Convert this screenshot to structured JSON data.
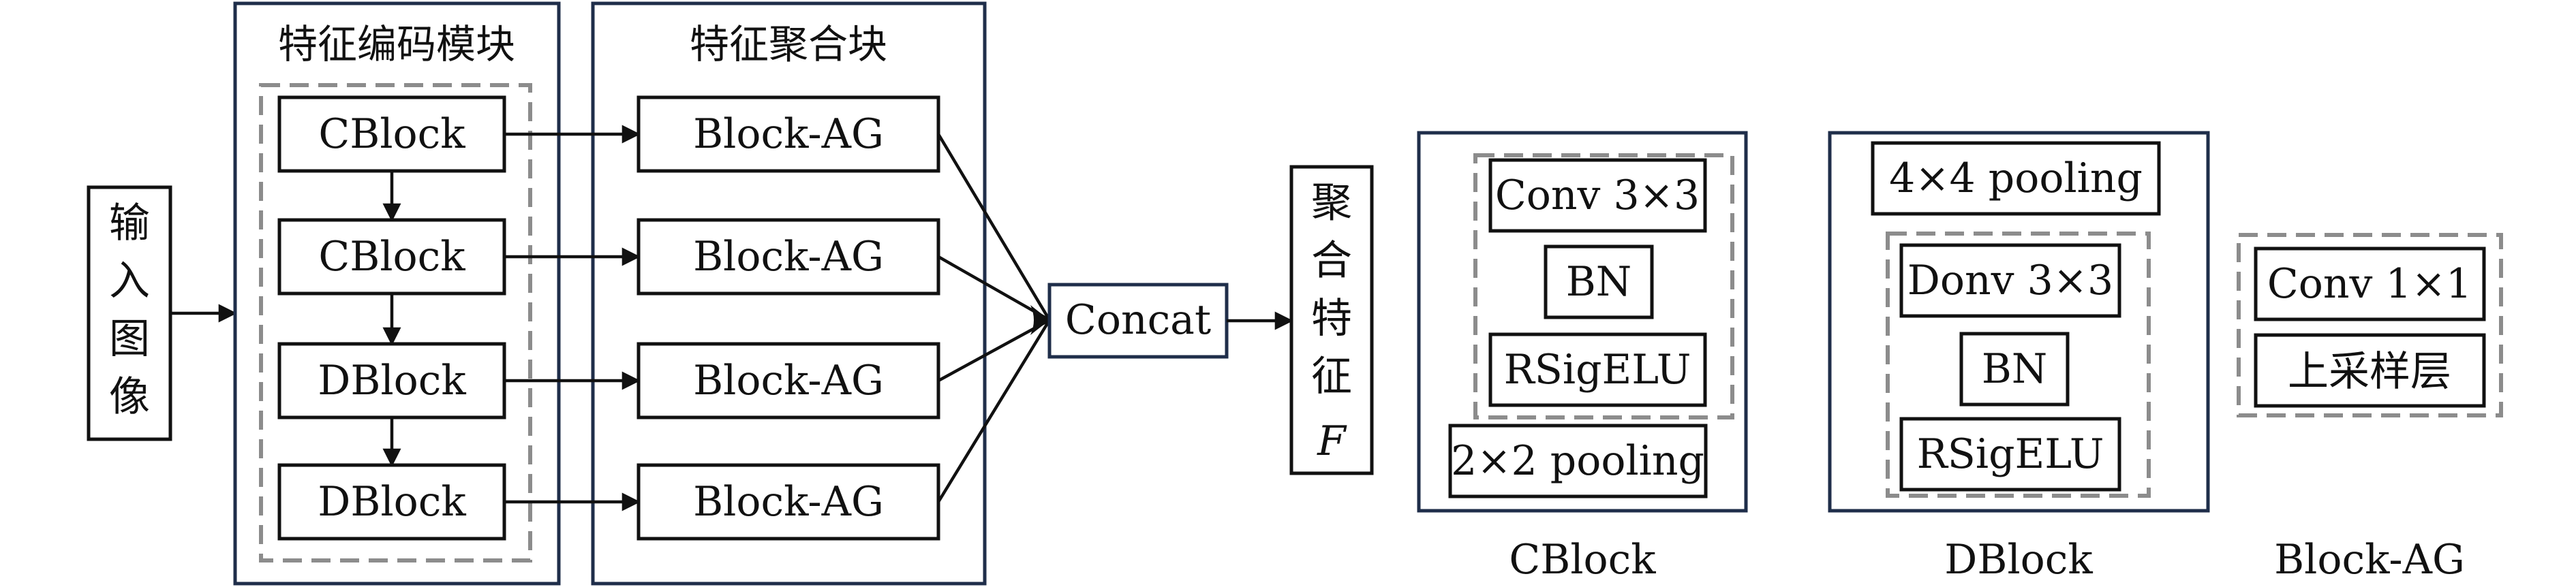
{
  "input": {
    "chars": [
      "输",
      "入",
      "图",
      "像"
    ]
  },
  "encoder": {
    "title": "特征编码模块",
    "blocks": [
      "CBlock",
      "CBlock",
      "DBlock",
      "DBlock"
    ]
  },
  "aggregation": {
    "title": "特征聚合块",
    "blocks": [
      "Block-AG",
      "Block-AG",
      "Block-AG",
      "Block-AG"
    ]
  },
  "concat": {
    "label": "Concat"
  },
  "output": {
    "chars": [
      "聚",
      "合",
      "特",
      "征"
    ],
    "symbol": "F"
  },
  "cblock_detail": {
    "items": [
      "Conv 3×3",
      "BN",
      "RSigELU"
    ],
    "pooling": "2×2 pooling",
    "caption": "CBlock"
  },
  "dblock_detail": {
    "pooling": "4×4 pooling",
    "items": [
      "Donv 3×3",
      "BN",
      "RSigELU"
    ],
    "caption": "DBlock"
  },
  "blockag_detail": {
    "items": [
      "Conv 1×1",
      "上采样层"
    ],
    "caption": "Block-AG"
  }
}
